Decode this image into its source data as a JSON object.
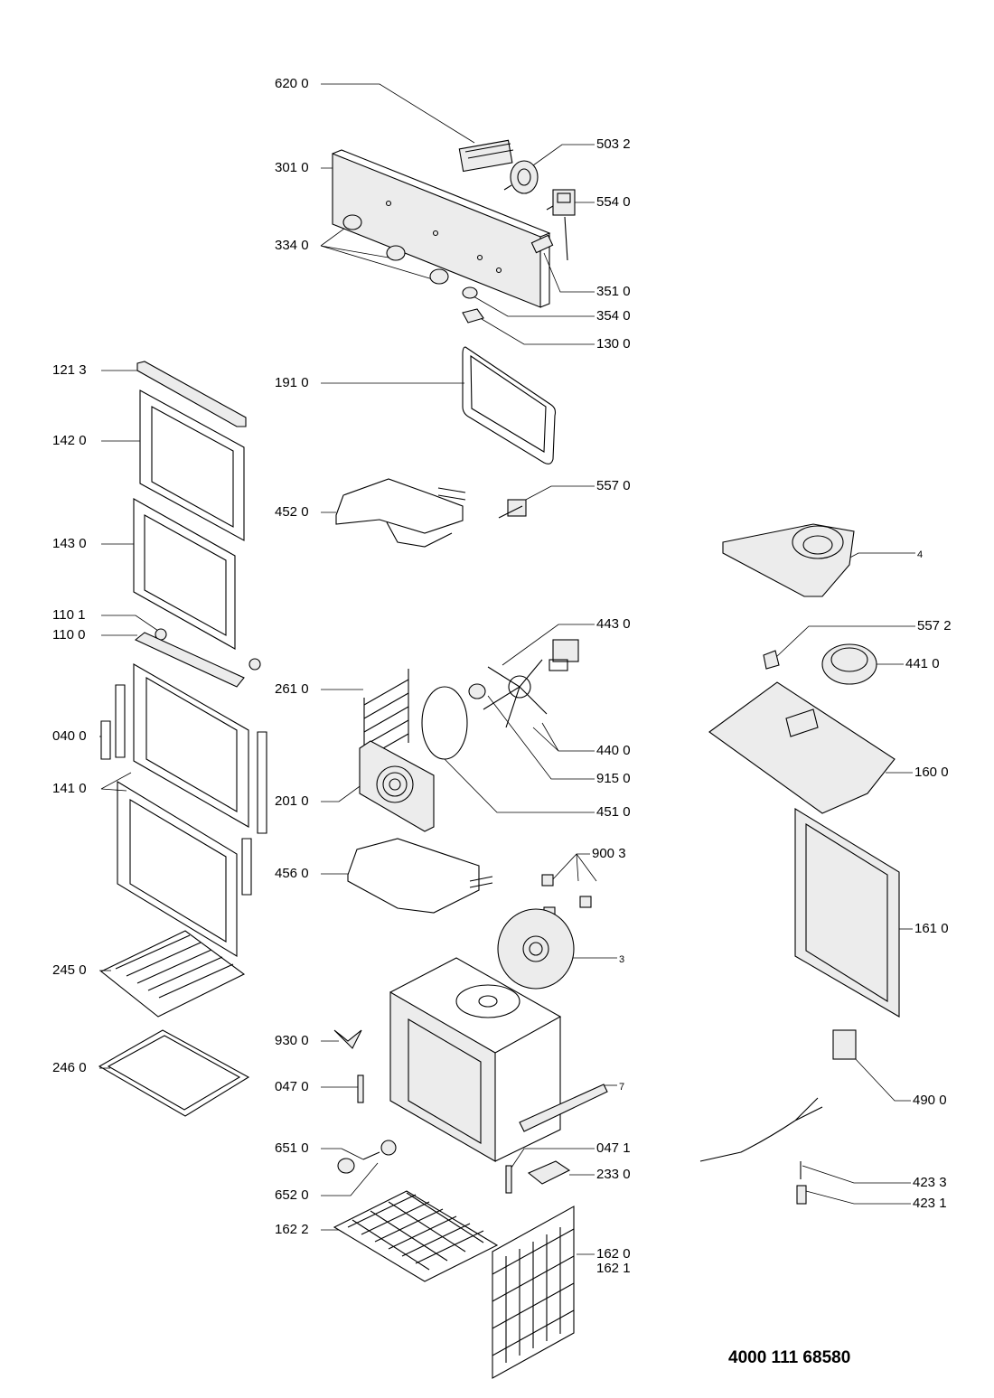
{
  "labels": {
    "l6200": "620 0",
    "l5032": "503 2",
    "l3010": "301 0",
    "l5540": "554 0",
    "l3340": "334 0",
    "l3510": "351 0",
    "l3540": "354 0",
    "l1300": "130 0",
    "l1213": "121 3",
    "l1910": "191 0",
    "l1420": "142 0",
    "l4520": "452 0",
    "l5570": "557 0",
    "l1430": "143 0",
    "l4": "4",
    "l1101": "110 1",
    "l1100": "110 0",
    "l4430": "443 0",
    "l5572": "557 2",
    "l4410": "441 0",
    "l2610": "261 0",
    "l0400": "040 0",
    "l4400": "440 0",
    "l1410": "141 0",
    "l9150": "915 0",
    "l1600": "160 0",
    "l2010": "201 0",
    "l4510": "451 0",
    "l9003": "900 3",
    "l4560": "456 0",
    "l1610": "161 0",
    "l3": "3",
    "l2450": "245 0",
    "l9300": "930 0",
    "l2460": "246 0",
    "l0470": "047 0",
    "l7": "7",
    "l4900": "490 0",
    "l6510": "651 0",
    "l0471": "047 1",
    "l4233": "423 3",
    "l2330": "233 0",
    "l6520": "652 0",
    "l4231": "423 1",
    "l1622": "162 2",
    "l1620": "162 0",
    "l1621": "162 1"
  },
  "document_number": "4000 111 68580"
}
